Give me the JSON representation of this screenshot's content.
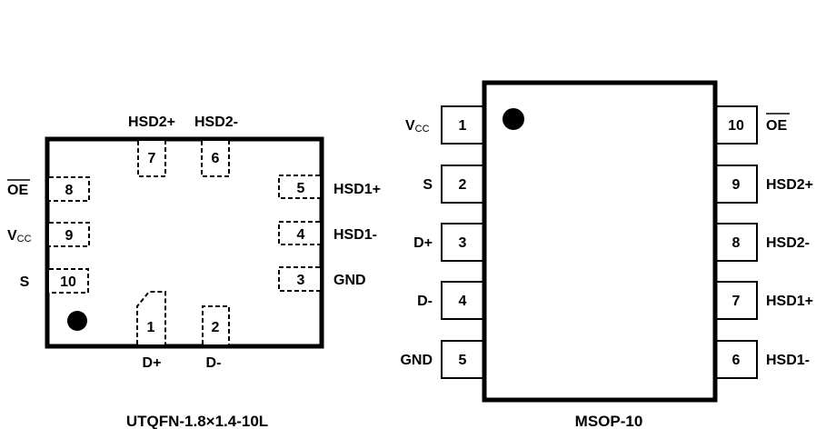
{
  "packages": [
    {
      "id": "utqfn",
      "title": "UTQFN-1.8×1.4-10L",
      "pins": [
        {
          "number": "1",
          "name": "D+"
        },
        {
          "number": "2",
          "name": "D-"
        },
        {
          "number": "3",
          "name": "GND"
        },
        {
          "number": "4",
          "name": "HSD1-"
        },
        {
          "number": "5",
          "name": "HSD1+"
        },
        {
          "number": "6",
          "name": "HSD2-"
        },
        {
          "number": "7",
          "name": "HSD2+"
        },
        {
          "number": "8",
          "name": "OE",
          "overbar": true
        },
        {
          "number": "9",
          "name": "V",
          "subscript": "CC"
        },
        {
          "number": "10",
          "name": "S"
        }
      ]
    },
    {
      "id": "msop",
      "title": "MSOP-10",
      "pins": [
        {
          "number": "1",
          "name": "V",
          "subscript": "CC"
        },
        {
          "number": "2",
          "name": "S"
        },
        {
          "number": "3",
          "name": "D+"
        },
        {
          "number": "4",
          "name": "D-"
        },
        {
          "number": "5",
          "name": "GND"
        },
        {
          "number": "6",
          "name": "HSD1-"
        },
        {
          "number": "7",
          "name": "HSD1+"
        },
        {
          "number": "8",
          "name": "HSD2-"
        },
        {
          "number": "9",
          "name": "HSD2+"
        },
        {
          "number": "10",
          "name": "OE",
          "overbar": true
        }
      ]
    }
  ]
}
